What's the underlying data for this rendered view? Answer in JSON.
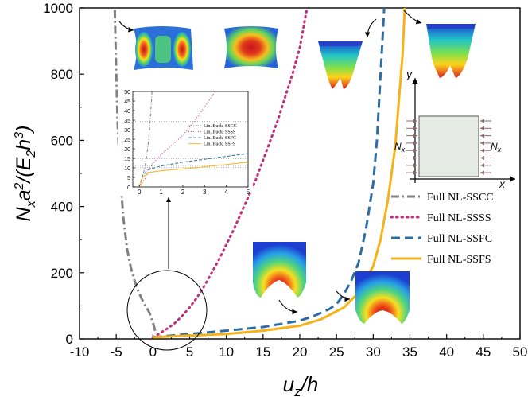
{
  "chart_data": {
    "type": "line",
    "xlabel_main": "u",
    "xlabel_sub": "z",
    "xlabel_tail": "/h",
    "ylabel_parts": [
      "N",
      "x",
      "a",
      "2",
      "/(E",
      "2",
      "h",
      "3",
      ")"
    ],
    "xlim": [
      -10,
      50
    ],
    "ylim": [
      0,
      1000
    ],
    "xticks": [
      "-10",
      "-5",
      "0",
      "5",
      "10",
      "15",
      "20",
      "25",
      "30",
      "35",
      "40",
      "45",
      "50"
    ],
    "yticks": [
      "0",
      "200",
      "400",
      "600",
      "800",
      "1000"
    ],
    "legend_position": "center-right",
    "series": [
      {
        "name": "Full NL-SSCC",
        "color": "#808080",
        "dash": "dashdot",
        "points": [
          [
            0.3,
            25
          ],
          [
            0,
            50
          ],
          [
            -0.5,
            80
          ],
          [
            -1,
            100
          ],
          [
            -1.5,
            120
          ],
          [
            -2,
            145
          ],
          [
            -2.5,
            175
          ],
          [
            -3,
            215
          ],
          [
            -3.5,
            270
          ],
          [
            -4,
            360
          ],
          [
            -4.5,
            500
          ],
          [
            -4.8,
            650
          ],
          [
            -5.0,
            800
          ],
          [
            -5.2,
            1000
          ]
        ]
      },
      {
        "name": "Full NL-SSSS",
        "color": "#c0307a",
        "dash": "dotted",
        "points": [
          [
            0,
            5
          ],
          [
            1,
            18
          ],
          [
            2,
            32
          ],
          [
            3,
            48
          ],
          [
            4,
            70
          ],
          [
            5,
            95
          ],
          [
            6,
            125
          ],
          [
            7,
            160
          ],
          [
            8,
            200
          ],
          [
            9,
            240
          ],
          [
            10,
            285
          ],
          [
            11,
            330
          ],
          [
            12,
            380
          ],
          [
            13,
            430
          ],
          [
            14,
            480
          ],
          [
            15,
            540
          ],
          [
            16,
            600
          ],
          [
            17,
            660
          ],
          [
            18,
            730
          ],
          [
            19,
            800
          ],
          [
            20,
            880
          ],
          [
            21,
            1000
          ]
        ]
      },
      {
        "name": "Full NL-SSFC",
        "color": "#2e6da4",
        "dash": "dashed",
        "points": [
          [
            0,
            5
          ],
          [
            5,
            15
          ],
          [
            10,
            25
          ],
          [
            15,
            36
          ],
          [
            20,
            55
          ],
          [
            22,
            70
          ],
          [
            24,
            90
          ],
          [
            25,
            105
          ],
          [
            26,
            135
          ],
          [
            27,
            175
          ],
          [
            28,
            230
          ],
          [
            29,
            330
          ],
          [
            30,
            470
          ],
          [
            30.5,
            600
          ],
          [
            31,
            800
          ],
          [
            31.5,
            1000
          ]
        ]
      },
      {
        "name": "Full NL-SSFS",
        "color": "#f5b219",
        "dash": "solid",
        "points": [
          [
            0,
            5
          ],
          [
            5,
            10
          ],
          [
            10,
            15
          ],
          [
            15,
            25
          ],
          [
            20,
            40
          ],
          [
            23,
            60
          ],
          [
            26,
            95
          ],
          [
            28,
            140
          ],
          [
            30,
            220
          ],
          [
            31,
            300
          ],
          [
            32,
            420
          ],
          [
            33,
            580
          ],
          [
            33.5,
            720
          ],
          [
            34,
            860
          ],
          [
            34.3,
            1000
          ]
        ]
      }
    ]
  },
  "inset": {
    "xticks": [
      "0",
      "1",
      "2",
      "3",
      "4",
      "5"
    ],
    "yticks": [
      "0",
      "5",
      "10",
      "15",
      "20",
      "25",
      "30",
      "35",
      "40",
      "45",
      "50"
    ],
    "legend": [
      "Lin. Buck. SSCC",
      "Lin. Buck. SSSS",
      "Lin. Buck. SSFC",
      "Lin. Buck. SSFS"
    ],
    "hlines": [
      34.3,
      14.8,
      11.2,
      10.3
    ],
    "series": [
      {
        "color": "#808080",
        "dash": "dashdot",
        "points": [
          [
            0,
            0
          ],
          [
            0.15,
            5
          ],
          [
            0.25,
            10
          ],
          [
            0.32,
            15
          ],
          [
            0.38,
            20
          ],
          [
            0.43,
            25
          ],
          [
            0.47,
            30
          ],
          [
            0.5,
            35
          ],
          [
            0.53,
            40
          ],
          [
            0.56,
            45
          ],
          [
            0.58,
            50
          ]
        ]
      },
      {
        "color": "#c0307a",
        "dash": "dotted",
        "points": [
          [
            0,
            0
          ],
          [
            0.3,
            5
          ],
          [
            0.6,
            12
          ],
          [
            1.0,
            17
          ],
          [
            1.5,
            22
          ],
          [
            2.0,
            27
          ],
          [
            2.5,
            34
          ],
          [
            3.0,
            42
          ],
          [
            3.5,
            50
          ]
        ]
      },
      {
        "color": "#2e6da4",
        "dash": "dashed",
        "points": [
          [
            0,
            0
          ],
          [
            0.15,
            6
          ],
          [
            0.4,
            9
          ],
          [
            1,
            11
          ],
          [
            2,
            13
          ],
          [
            3,
            14.5
          ],
          [
            4,
            16
          ],
          [
            5,
            17.5
          ]
        ]
      },
      {
        "color": "#f5b219",
        "dash": "solid",
        "points": [
          [
            0,
            0
          ],
          [
            0.15,
            5
          ],
          [
            0.4,
            7.5
          ],
          [
            1,
            8.5
          ],
          [
            2,
            9.5
          ],
          [
            3,
            10.6
          ],
          [
            4,
            11.8
          ],
          [
            5,
            13
          ]
        ]
      }
    ]
  },
  "schematic": {
    "y_axis_label": "y",
    "x_axis_label": "x",
    "load_left": [
      "N",
      "x"
    ],
    "load_right": [
      "N",
      "x"
    ]
  },
  "colors": {
    "axis": "#000000",
    "plate_fill": "#e6ebe6",
    "arrow": "#8a6a6a"
  }
}
